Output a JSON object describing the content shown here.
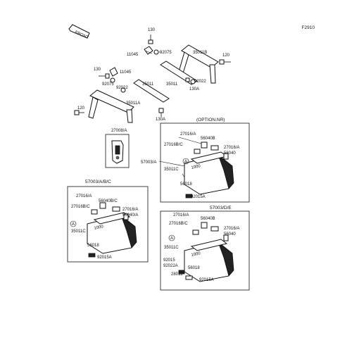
{
  "figure_code": "F2910",
  "front_label": "FRONT",
  "box_titles": {
    "option": "(OPTION.NR)",
    "left_case": "57003/A/B/C",
    "right_case": "57003/D/E",
    "key_part": "27008/A"
  },
  "circle_marker": "A",
  "case_logo": "1000",
  "bracket_labels": {
    "b1": "130",
    "b2": "11045",
    "b3": "92075",
    "b4": "35011B",
    "b5": "120",
    "b6": "130",
    "b7": "11045",
    "b8": "92075",
    "b9": "92022",
    "b10": "35011",
    "b11": "35011",
    "b12": "92022",
    "b13": "130A",
    "b14": "35011A",
    "b15": "120",
    "b16": "130A"
  },
  "option_labels": {
    "o1": "27016/A",
    "o2": "56040B",
    "o3": "27016B/C",
    "o4": "27016/A",
    "o5": "56040",
    "o6": "57003/A",
    "o7": "35011C",
    "o8": "56018",
    "o9": "92015A"
  },
  "left_labels": {
    "l1": "27016/A",
    "l2": "56040B/C",
    "l3": "27016B/C",
    "l4": "27016/A",
    "l5": "56040/A",
    "l6": "35011C",
    "l7": "56018",
    "l8": "92015A"
  },
  "right_labels": {
    "r1": "27016/A",
    "r2": "56040B",
    "r3": "27016B/C",
    "r4": "27016/A",
    "r5": "56040",
    "r6": "35011C",
    "r7": "92015",
    "r8": "92022A",
    "r9": "56018",
    "r10": "28012",
    "r11": "92015A"
  }
}
